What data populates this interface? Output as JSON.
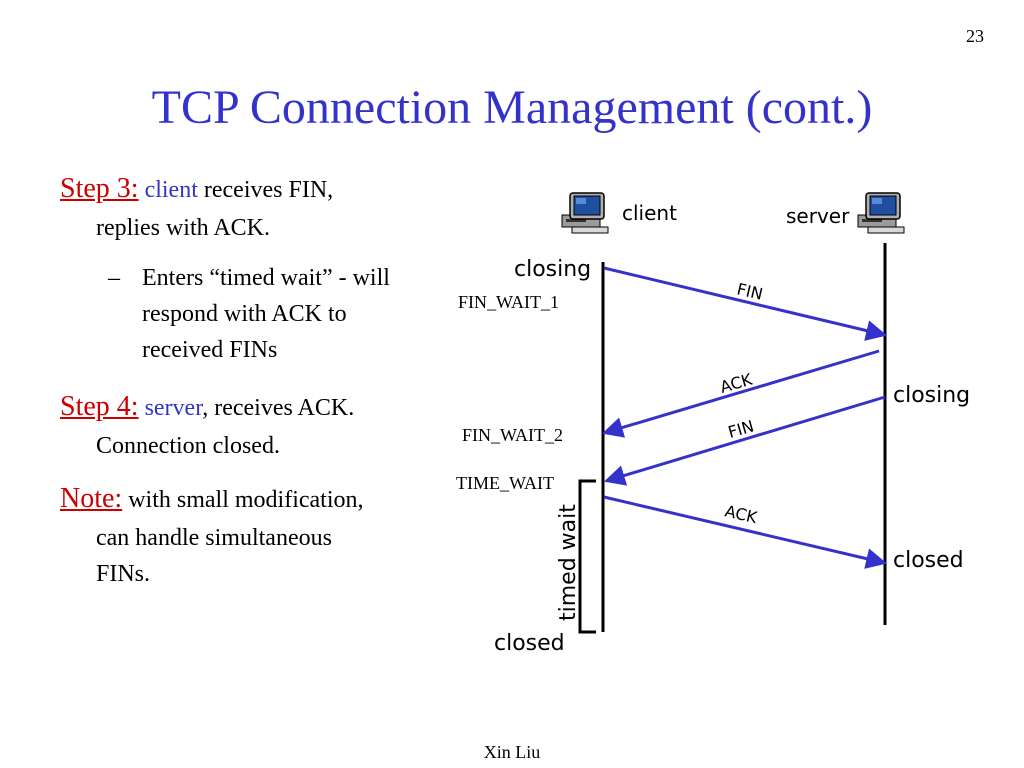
{
  "slide": {
    "number": "23",
    "title": "TCP Connection Management (cont.)",
    "footer": "Xin Liu"
  },
  "bullets": {
    "step3": {
      "label": "Step 3:",
      "keyword": "client",
      "text_line1": " receives FIN,",
      "text_line2": "replies with ACK.",
      "sub": {
        "dash": "–",
        "line1": "Enters “timed wait” - will",
        "line2": "respond with ACK to",
        "line3": "received FINs"
      }
    },
    "step4": {
      "label": "Step 4:",
      "keyword": "server",
      "text_line1": ", receives ACK.",
      "text_line2": "Connection closed."
    },
    "note": {
      "label": "Note:",
      "text_line1": " with small modification,",
      "text_line2": "can handle simultaneous",
      "text_line3": "FINs."
    }
  },
  "diagram": {
    "client_label": "client",
    "server_label": "server",
    "client_states": {
      "closing": "closing",
      "fin_wait_1": "FIN_WAIT_1",
      "fin_wait_2": "FIN_WAIT_2",
      "time_wait": "TIME_WAIT",
      "timed_wait": "timed wait",
      "closed": "closed"
    },
    "server_states": {
      "closing": "closing",
      "closed": "closed"
    },
    "messages": {
      "fin_1": "FIN",
      "ack_1": "ACK",
      "fin_2": "FIN",
      "ack_2": "ACK"
    },
    "colors": {
      "title": "#3333cc",
      "label": "#cc0000",
      "arrow": "#3333cc",
      "timeline": "#000000"
    },
    "icons": [
      "computer-icon",
      "computer-icon"
    ]
  }
}
